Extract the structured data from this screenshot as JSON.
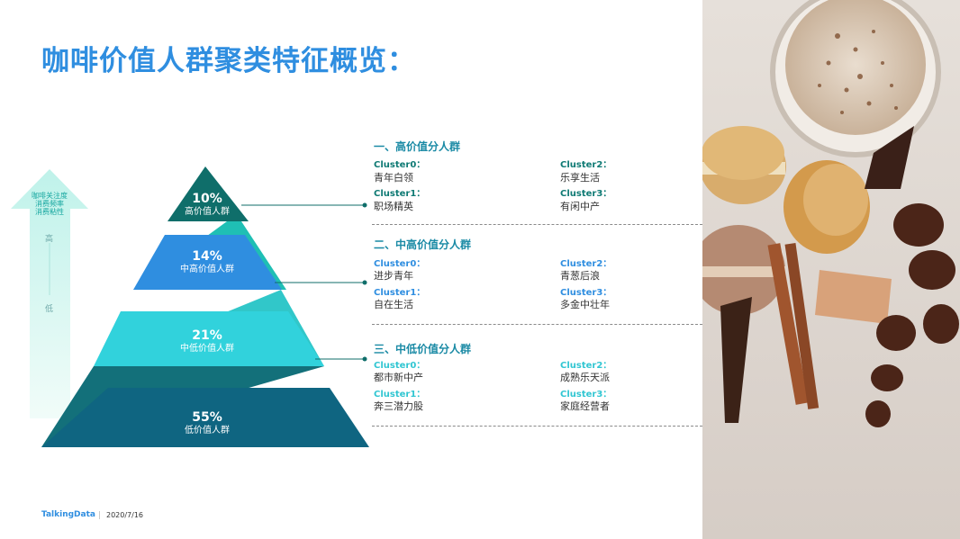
{
  "title": "咖啡价值人群聚类特征概览：",
  "axis": {
    "label_lines": [
      "咖啡关注度",
      "消费频率",
      "消费粘性"
    ],
    "high": "高",
    "low": "低"
  },
  "pyramid": [
    {
      "pct": "10%",
      "name": "高价值人群",
      "color": "#0f6e6a"
    },
    {
      "pct": "14%",
      "name": "中高价值人群",
      "color": "#2f8ee0"
    },
    {
      "pct": "21%",
      "name": "中低价值人群",
      "color": "#31d2dc"
    },
    {
      "pct": "55%",
      "name": "低价值人群",
      "color": "#0f6581"
    }
  ],
  "groups": [
    {
      "title": "一、高价值分人群",
      "label_color": "#0f7a74",
      "clusters": [
        {
          "label": "Cluster0：",
          "value": "青年白领"
        },
        {
          "label": "Cluster1：",
          "value": "职场精英"
        },
        {
          "label": "Cluster2：",
          "value": "乐享生活"
        },
        {
          "label": "Cluster3：",
          "value": "有闲中产"
        }
      ]
    },
    {
      "title": "二、中高价值分人群",
      "label_color": "#2f8ee0",
      "clusters": [
        {
          "label": "Cluster0：",
          "value": "进步青年"
        },
        {
          "label": "Cluster1：",
          "value": "自在生活"
        },
        {
          "label": "Cluster2：",
          "value": "青葱后浪"
        },
        {
          "label": "Cluster3：",
          "value": "多金中壮年"
        }
      ]
    },
    {
      "title": "三、中低价值分人群",
      "label_color": "#31c6d2",
      "clusters": [
        {
          "label": "Cluster0：",
          "value": "都市新中产"
        },
        {
          "label": "Cluster1：",
          "value": "奔三潜力股"
        },
        {
          "label": "Cluster2：",
          "value": "成熟乐天派"
        },
        {
          "label": "Cluster3：",
          "value": "家庭经营者"
        }
      ]
    }
  ],
  "footer": {
    "logo": "TalkingData",
    "date": "2020/7/16"
  }
}
